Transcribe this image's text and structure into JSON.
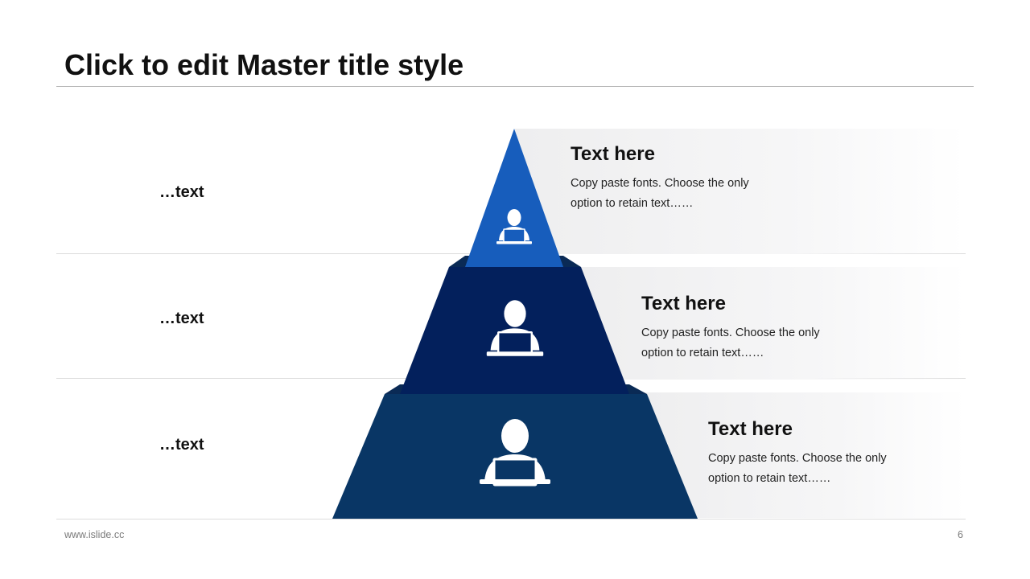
{
  "slide": {
    "title": "Click to edit Master title style",
    "footer_url": "www.islide.cc",
    "page_number": "6"
  },
  "levels": [
    {
      "side_label": "…text",
      "heading": "Text here",
      "body_line1": "Copy paste fonts. Choose the only",
      "body_line2": "option to retain text……",
      "color": "#175dbc",
      "icon": "person-at-laptop-icon"
    },
    {
      "side_label": "…text",
      "heading": "Text here",
      "body_line1": "Copy paste fonts. Choose the only",
      "body_line2": "option to retain text……",
      "color": "#03205c",
      "icon": "person-at-laptop-icon"
    },
    {
      "side_label": "…text",
      "heading": "Text here",
      "body_line1": "Copy paste fonts. Choose the only",
      "body_line2": "option to retain text……",
      "color": "#093665",
      "icon": "person-at-laptop-icon"
    }
  ],
  "colors": {
    "shadow": "#0a2a55",
    "panel": "#f1f1f2"
  }
}
